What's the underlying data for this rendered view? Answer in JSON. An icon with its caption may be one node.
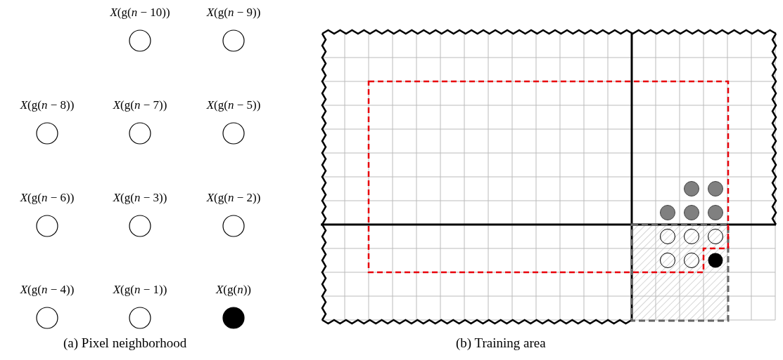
{
  "diagram": {
    "nodes": [
      {
        "text": [
          "*X*(g(*n* − 10))"
        ]
      },
      {
        "text": [
          "*X*(g(*n* − 9))"
        ]
      },
      {
        "text": [
          "*X*(g(*n* − 8))"
        ]
      },
      {
        "text": [
          "*X*(g(*n* − 7))"
        ]
      },
      {
        "text": [
          "*X*(g(*n* − 5))"
        ]
      },
      {
        "text": [
          "*X*(g(*n* − 6))"
        ]
      },
      {
        "text": [
          "*X*(g(*n* − 3))"
        ]
      },
      {
        "text": [
          "*X*(g(*n* − 2))"
        ]
      },
      {
        "text": [
          "*X*(g(*n* − 4))"
        ]
      },
      {
        "text": [
          "*X*(g(*n* − 1))"
        ]
      },
      {
        "text": [
          "*X*(g(*n*))"
        ]
      }
    ],
    "labels": [
      "(a) Pixel neighborhood",
      "(b) Training area"
    ]
  }
}
